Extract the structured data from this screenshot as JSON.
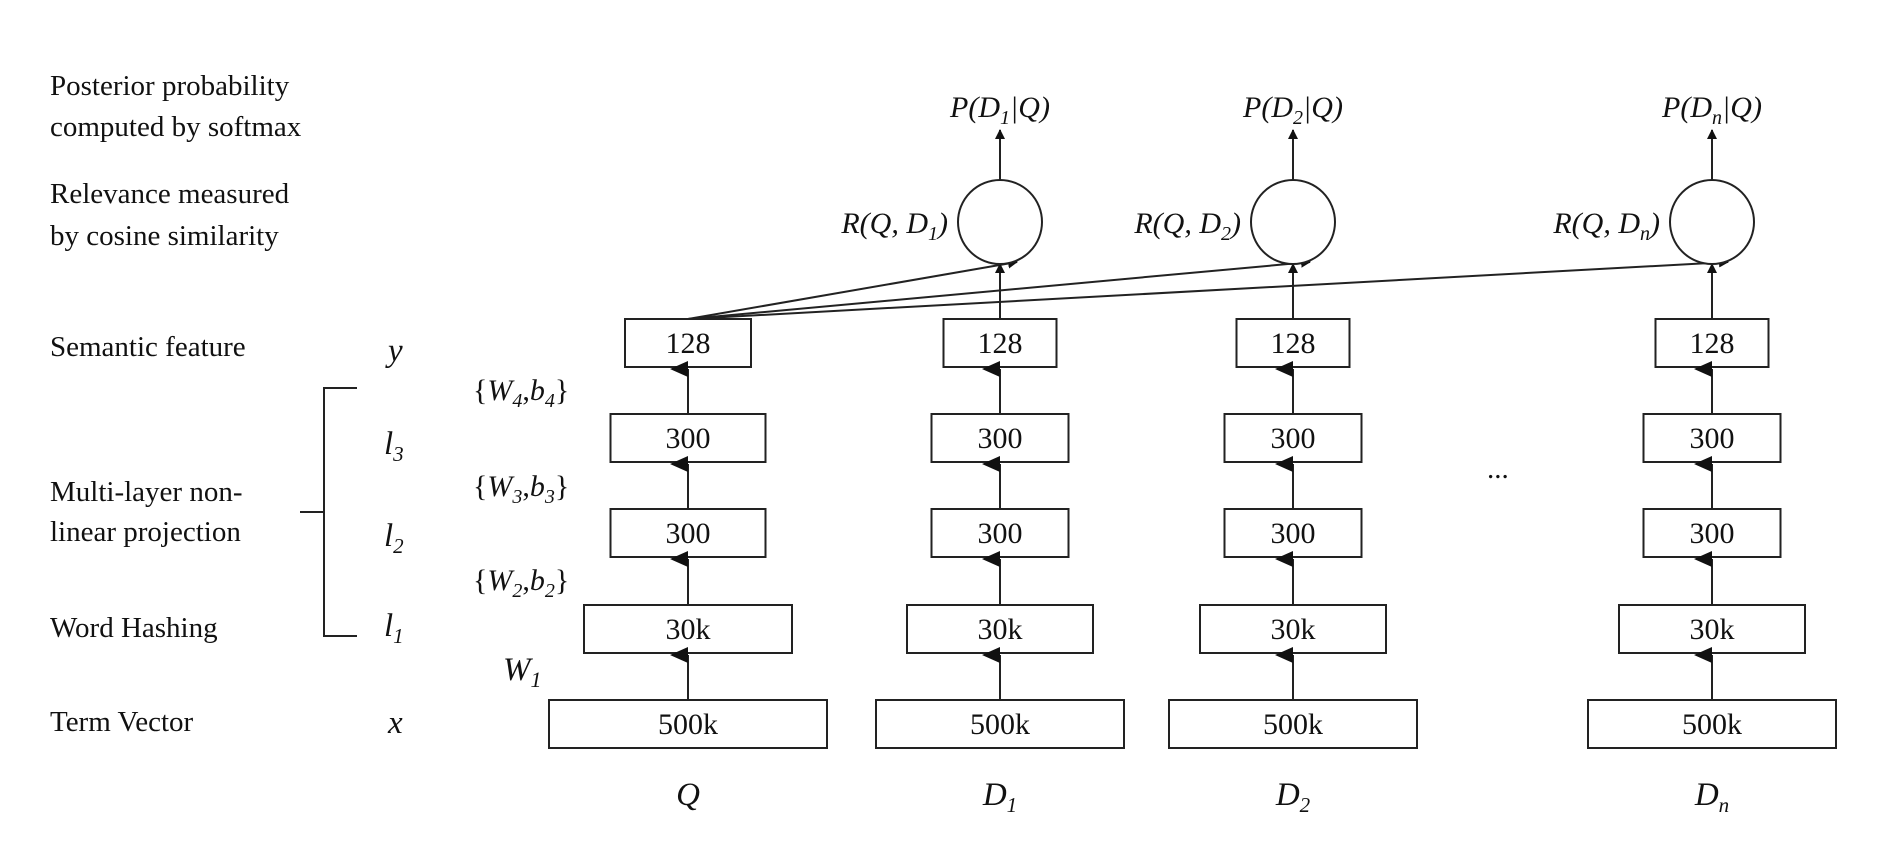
{
  "row_labels": {
    "posterior": [
      "Posterior probability",
      "computed by softmax"
    ],
    "relevance": [
      "Relevance measured",
      "by cosine similarity"
    ],
    "semantic": "Semantic feature",
    "multilayer": [
      "Multi-layer non-",
      "linear projection"
    ],
    "hashing": "Word Hashing",
    "term": "Term Vector"
  },
  "variables": {
    "y": "y",
    "l3": {
      "base": "l",
      "sub": "3"
    },
    "l2": {
      "base": "l",
      "sub": "2"
    },
    "l1": {
      "base": "l",
      "sub": "1"
    },
    "x": "x"
  },
  "weights": {
    "w4": {
      "open": "{",
      "W": "W",
      "ws": "4",
      "b": "b",
      "bs": "4",
      "close": "}"
    },
    "w3": {
      "open": "{",
      "W": "W",
      "ws": "3",
      "b": "b",
      "bs": "3",
      "close": "}"
    },
    "w2": {
      "open": "{",
      "W": "W",
      "ws": "2",
      "b": "b",
      "bs": "2",
      "close": "}"
    },
    "w1": {
      "W": "W",
      "ws": "1"
    }
  },
  "layer_sizes": {
    "semantic": "128",
    "l3": "300",
    "l2": "300",
    "hashing": "30k",
    "term": "500k"
  },
  "columns": [
    {
      "label": {
        "base": "Q",
        "sub": ""
      }
    },
    {
      "label": {
        "base": "D",
        "sub": "1"
      },
      "relevance": {
        "pre": "R(Q, D",
        "sub": "1",
        "post": ")"
      },
      "posterior": {
        "pre": "P(D",
        "sub": "1",
        "post": "|Q)"
      }
    },
    {
      "label": {
        "base": "D",
        "sub": "2"
      },
      "relevance": {
        "pre": "R(Q, D",
        "sub": "2",
        "post": ")"
      },
      "posterior": {
        "pre": "P(D",
        "sub": "2",
        "post": "|Q)"
      }
    },
    {
      "label": {
        "base": "D",
        "sub": "n"
      },
      "relevance": {
        "pre": "R(Q, D",
        "sub": "n",
        "post": ")"
      },
      "posterior": {
        "pre": "P(D",
        "sub": "n",
        "post": "|Q)"
      }
    }
  ],
  "ellipsis": "..."
}
